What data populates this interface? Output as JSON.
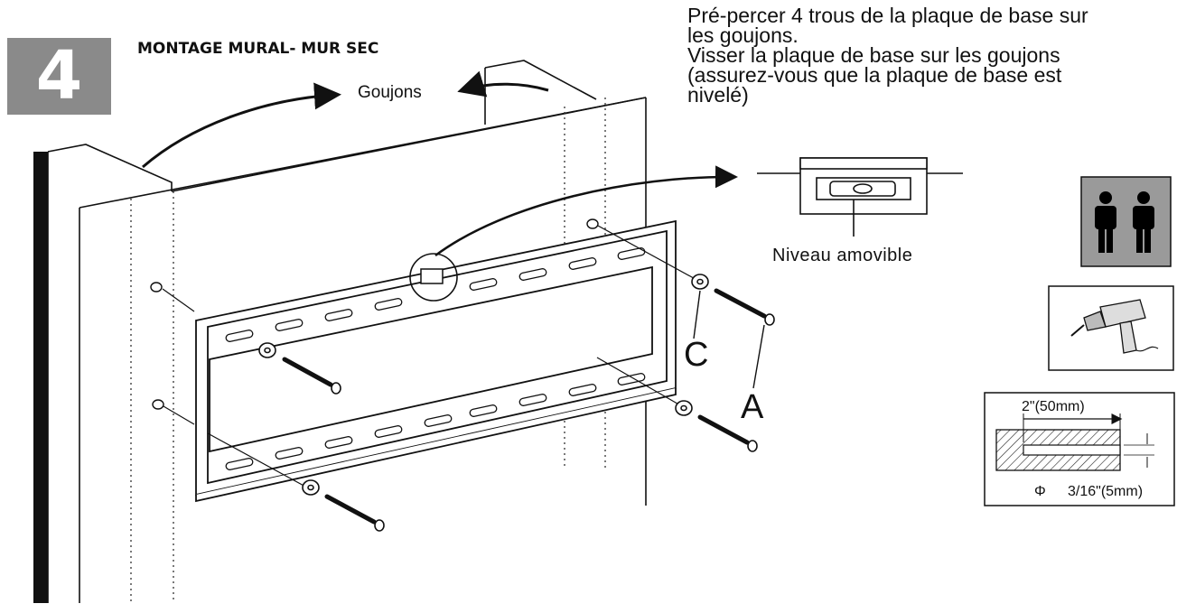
{
  "step": {
    "number": "4",
    "title": "MONTAGE MURAL- MUR SEC"
  },
  "instructions": [
    "Pré-percer 4 trous de la plaque de base sur",
    "les goujons.",
    "Visser la plaque de base sur les goujons",
    "(assurez-vous que la plaque de base est",
    "nivelé)"
  ],
  "labels": {
    "goujons": "Goujons",
    "level": "Niveau amovible",
    "part_c": "C",
    "part_a": "A",
    "hole_depth": "2\"(50mm)",
    "hole_diameter_symbol": "Φ",
    "hole_diameter": "3/16\"(5mm)"
  },
  "icons": [
    "two-person-icon",
    "drill-icon",
    "drill-hole-depth-icon",
    "bubble-level-icon"
  ],
  "colors": {
    "badge": "#8a8a8a",
    "ink": "#111111",
    "icon_bg": "#9a9a9a"
  }
}
